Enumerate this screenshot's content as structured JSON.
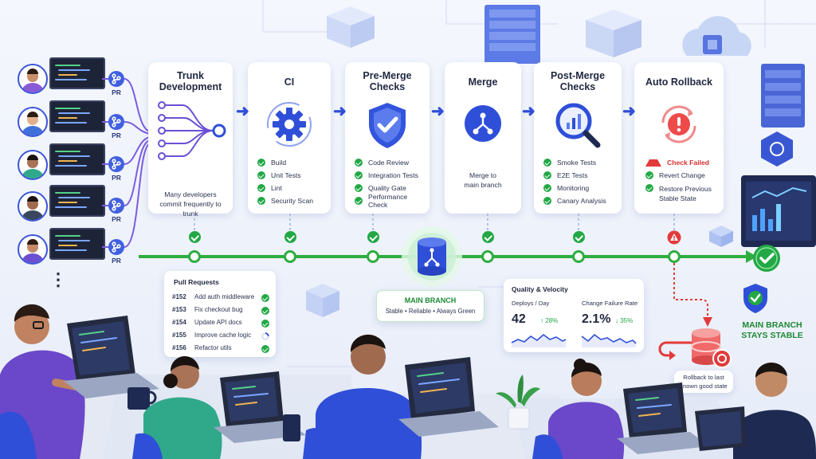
{
  "stages": [
    {
      "title": "Trunk Development",
      "desc": "Many developers commit frequently to trunk",
      "items": []
    },
    {
      "title": "CI",
      "items": [
        {
          "label": "Build"
        },
        {
          "label": "Unit Tests"
        },
        {
          "label": "Lint"
        },
        {
          "label": "Security Scan"
        }
      ]
    },
    {
      "title": "Pre-Merge Checks",
      "items": [
        {
          "label": "Code Review"
        },
        {
          "label": "Integration Tests"
        },
        {
          "label": "Quality Gate"
        },
        {
          "label": "Performance Check"
        }
      ]
    },
    {
      "title": "Merge",
      "desc": "Merge to main branch",
      "items": []
    },
    {
      "title": "Post-Merge Checks",
      "items": [
        {
          "label": "Smoke Tests"
        },
        {
          "label": "E2E Tests"
        },
        {
          "label": "Monitoring"
        },
        {
          "label": "Canary Analysis"
        }
      ]
    },
    {
      "title": "Auto Rollback",
      "items": [
        {
          "label": "Check Failed",
          "status": "failed"
        },
        {
          "label": "Revert Change"
        },
        {
          "label": "Restore Previous Stable State"
        }
      ]
    }
  ],
  "pr_label": "PR",
  "ellipsis": "⋮",
  "pull_requests": {
    "title": "Pull Requests",
    "rows": [
      {
        "num": "#152",
        "text": "Add auth middleware",
        "status": "passed"
      },
      {
        "num": "#153",
        "text": "Fix checkout bug",
        "status": "passed"
      },
      {
        "num": "#154",
        "text": "Update API docs",
        "status": "passed"
      },
      {
        "num": "#155",
        "text": "Improve cache logic",
        "status": "running"
      },
      {
        "num": "#156",
        "text": "Refactor utils",
        "status": "passed"
      }
    ]
  },
  "main_branch": {
    "title": "MAIN BRANCH",
    "subtitle": "Stable • Reliable • Always Green"
  },
  "quality": {
    "title": "Quality & Velocity",
    "deploys_label": "Deploys / Day",
    "deploys_value": "42",
    "deploys_change": "↑ 28%",
    "cfr_label": "Change Failure Rate",
    "cfr_value": "2.1%",
    "cfr_change": "↓ 35%"
  },
  "stable": {
    "line1": "MAIN BRANCH",
    "line2": "STAYS STABLE"
  },
  "rollback_note": "Rollback to last known good state",
  "colors": {
    "accent": "#2f4fd8",
    "pass": "#22a845",
    "fail": "#e23a3a",
    "branch": "#2fad3f",
    "pr_line": "#7b5ce0"
  }
}
